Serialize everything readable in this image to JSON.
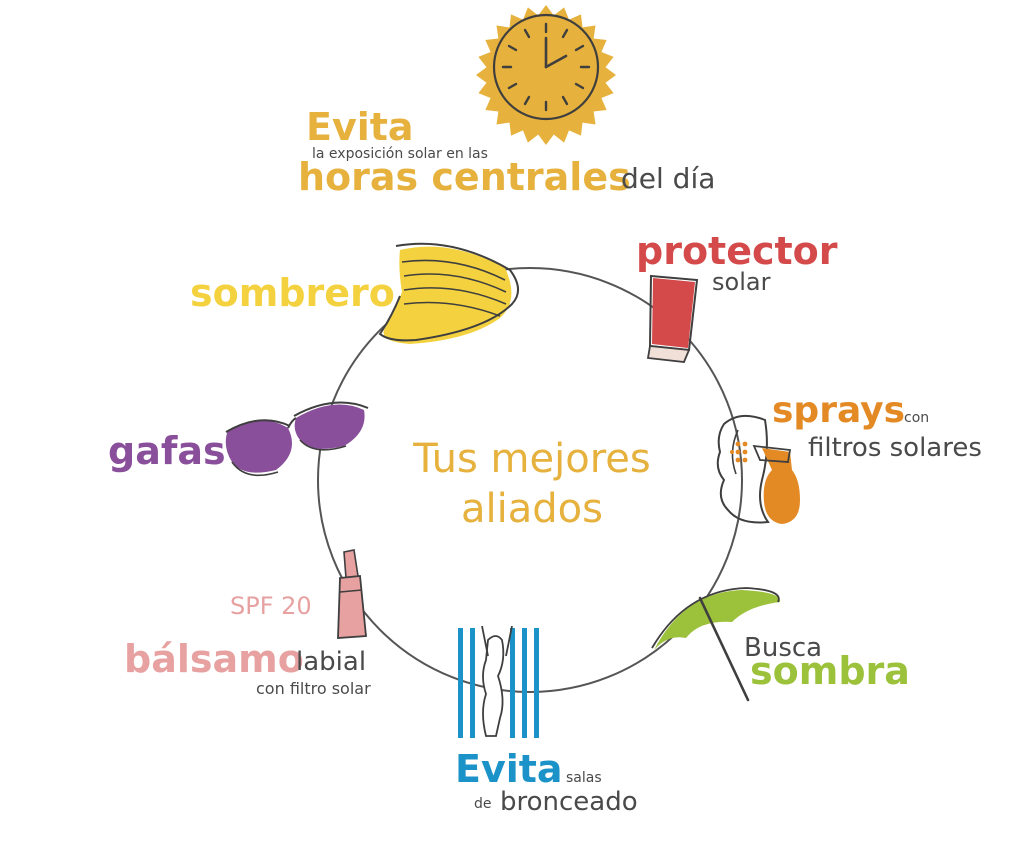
{
  "colors": {
    "outline": "#3f3f3f",
    "clock_gold": "#e6b13c",
    "hat_yellow": "#f4d23f",
    "sunscreen_red": "#d44a4a",
    "spray_orange": "#e38a25",
    "umbrella_green": "#9cc13a",
    "tanning_blue": "#1c93c8",
    "lipbalm_pink": "#e7a1a1",
    "glasses_purple": "#8a4f9b",
    "center_gold": "#e6b13c"
  },
  "icons": {
    "clock": "clock-icon",
    "hat": "sun-hat-icon",
    "sunscreen": "sunscreen-tube-icon",
    "spray": "face-spray-icon",
    "umbrella": "beach-umbrella-icon",
    "tanning": "tanning-bed-icon",
    "lipbalm": "lip-balm-icon",
    "glasses": "sunglasses-icon"
  },
  "center": {
    "line1": "Tus mejores",
    "line2": "aliados"
  },
  "items": {
    "hours": {
      "word": "Evita",
      "small": "la exposición solar en las",
      "big": "horas centrales",
      "tail": "del día"
    },
    "hat": {
      "word": "sombrero"
    },
    "sunscreen": {
      "word": "protector",
      "sub": "solar"
    },
    "spray": {
      "word": "sprays",
      "small": "con",
      "sub": "filtros solares"
    },
    "shade": {
      "pre": "Busca",
      "word": "sombra"
    },
    "tanning": {
      "word": "Evita",
      "small": "salas",
      "small2": "de",
      "sub": "bronceado"
    },
    "lipbalm": {
      "spf": "SPF 20",
      "word": "bálsamo",
      "tail": "labial",
      "sub": "con filtro solar"
    },
    "glasses": {
      "word": "gafas"
    }
  }
}
